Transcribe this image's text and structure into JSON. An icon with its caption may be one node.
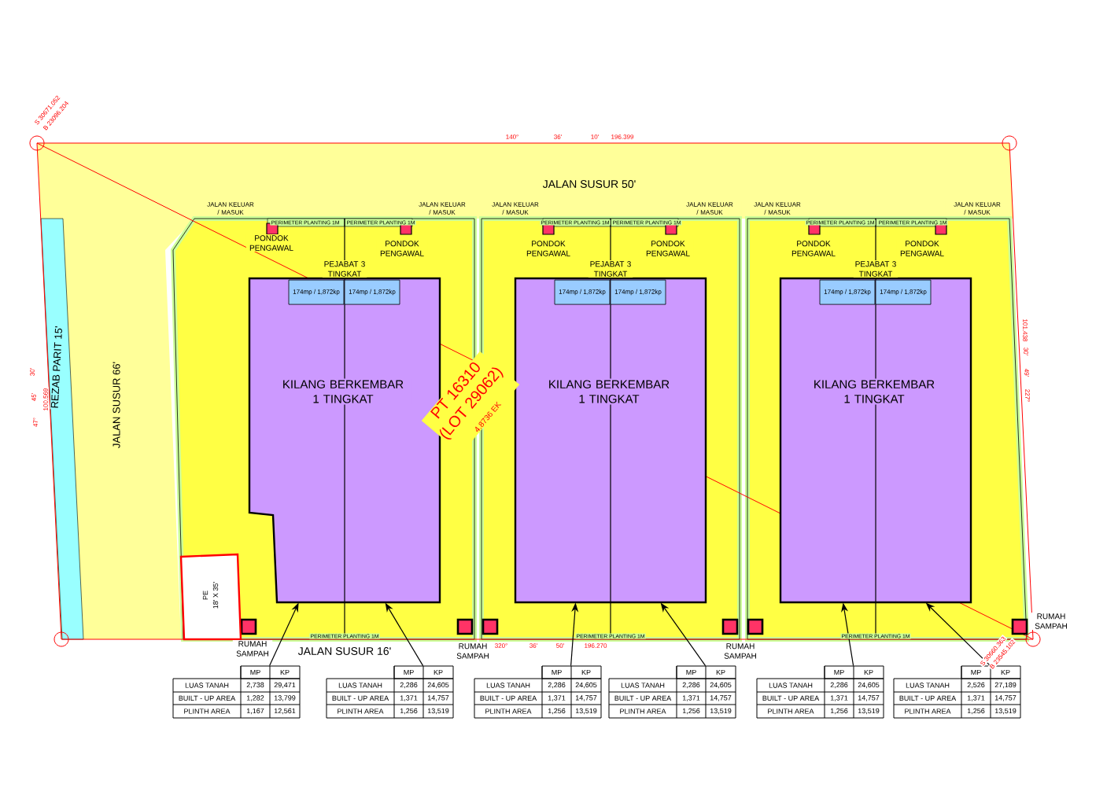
{
  "diagram": {
    "nodes": [
      {
        "text": [
          "KILANG BERKEMBAR 1 TINGKAT"
        ]
      },
      {
        "text": [
          "KILANG BERKEMBAR 1 TINGKAT"
        ]
      },
      {
        "text": [
          "KILANG BERKEMBAR 1 TINGKAT"
        ]
      },
      {
        "text": [
          "174mp / 1,872kp"
        ],
        "in": 0
      },
      {
        "text": [
          "174mp / 1,872kp"
        ],
        "in": 0
      },
      {
        "text": [
          "174mp / 1,872kp"
        ],
        "in": 1
      },
      {
        "text": [
          "174mp / 1,872kp"
        ],
        "in": 1
      },
      {
        "text": [
          "174mp / 1,872kp"
        ],
        "in": 2
      },
      {
        "text": [
          "174mp / 1,872kp"
        ],
        "in": 2
      },
      {
        "text": [
          "MP",
          "KP",
          "LUAS TANAH",
          "2,738",
          "29,471",
          "BUILT - UP AREA",
          "1,282",
          "13,799",
          "PLINTH AREA",
          "1,167",
          "12,561"
        ]
      },
      {
        "text": [
          "MP",
          "KP",
          "LUAS TANAH",
          "2,286",
          "24,605",
          "BUILT - UP AREA",
          "1,371",
          "14,757",
          "PLINTH AREA",
          "1,256",
          "13,519"
        ]
      },
      {
        "text": [
          "MP",
          "KP",
          "LUAS TANAH",
          "2,286",
          "24,605",
          "BUILT - UP AREA",
          "1,371",
          "14,757",
          "PLINTH AREA",
          "1,256",
          "13,519"
        ]
      },
      {
        "text": [
          "MP",
          "KP",
          "LUAS TANAH",
          "2,286",
          "24,605",
          "BUILT - UP AREA",
          "1,371",
          "14,757",
          "PLINTH AREA",
          "1,256",
          "13,519"
        ]
      },
      {
        "text": [
          "MP",
          "KP",
          "LUAS TANAH",
          "2,286",
          "24,605",
          "BUILT - UP AREA",
          "1,371",
          "14,757",
          "PLINTH AREA",
          "1,256",
          "13,519"
        ]
      },
      {
        "text": [
          "MP",
          "KP",
          "LUAS TANAH",
          "2,526",
          "27,189",
          "BUILT - UP AREA",
          "1,371",
          "14,757",
          "PLINTH AREA",
          "1,256",
          "13,519"
        ]
      },
      {
        "text": [
          "PE",
          "18' X 35'"
        ]
      }
    ],
    "edges": [
      {
        "from": 9,
        "to": 0,
        "arrow": "to"
      },
      {
        "from": 10,
        "to": 0,
        "arrow": "to"
      },
      {
        "from": 11,
        "to": 1,
        "arrow": "to"
      },
      {
        "from": 12,
        "to": 1,
        "arrow": "to"
      },
      {
        "from": 13,
        "to": 2,
        "arrow": "to"
      },
      {
        "from": 14,
        "to": 2,
        "arrow": "to"
      }
    ],
    "labels": [
      "S 30671.052",
      "B 23096.204",
      "140°",
      "36'",
      "10'",
      "196.399",
      "JALAN SUSUR 50'",
      "JALAN KELUAR / MASUK",
      "JALAN KELUAR / MASUK",
      "JALAN KELUAR / MASUK",
      "JALAN KELUAR / MASUK",
      "JALAN KELUAR / MASUK",
      "JALAN KELUAR / MASUK",
      "PERIMETER PLANTING 1M",
      "PERIMETER PLANTING 1M",
      "PERIMETER PLANTING 1M",
      "PERIMETER PLANTING 1M",
      "PERIMETER PLANTING 1M",
      "PERIMETER PLANTING 1M",
      "PERIMETER PLANTING 1M",
      "PERIMETER PLANTING 1M",
      "PERIMETER PLANTING 1M",
      "PONDOK PENGAWAL",
      "PONDOK PENGAWAL",
      "PONDOK PENGAWAL",
      "PONDOK PENGAWAL",
      "PONDOK PENGAWAL",
      "PONDOK PENGAWAL",
      "PEJABAT 3 TINGKAT",
      "PEJABAT 3 TINGKAT",
      "PEJABAT 3 TINGKAT",
      "REZAB PARIT 15'",
      "JALAN SUSUR 66'",
      "30'",
      "45'",
      "47°",
      "100.569",
      "101.438",
      "30'",
      "49'",
      "227°",
      "PT 16310",
      "(LOT 29062)",
      "4.8736 EK",
      "RUMAH SAMPAH",
      "RUMAH SAMPAH",
      "RUMAH SAMPAH",
      "RUMAH SAMPAH",
      "JALAN SUSUR 16'",
      "320°",
      "36'",
      "50'",
      "196.270",
      "S 30660.363",
      "B 23545.102"
    ]
  }
}
